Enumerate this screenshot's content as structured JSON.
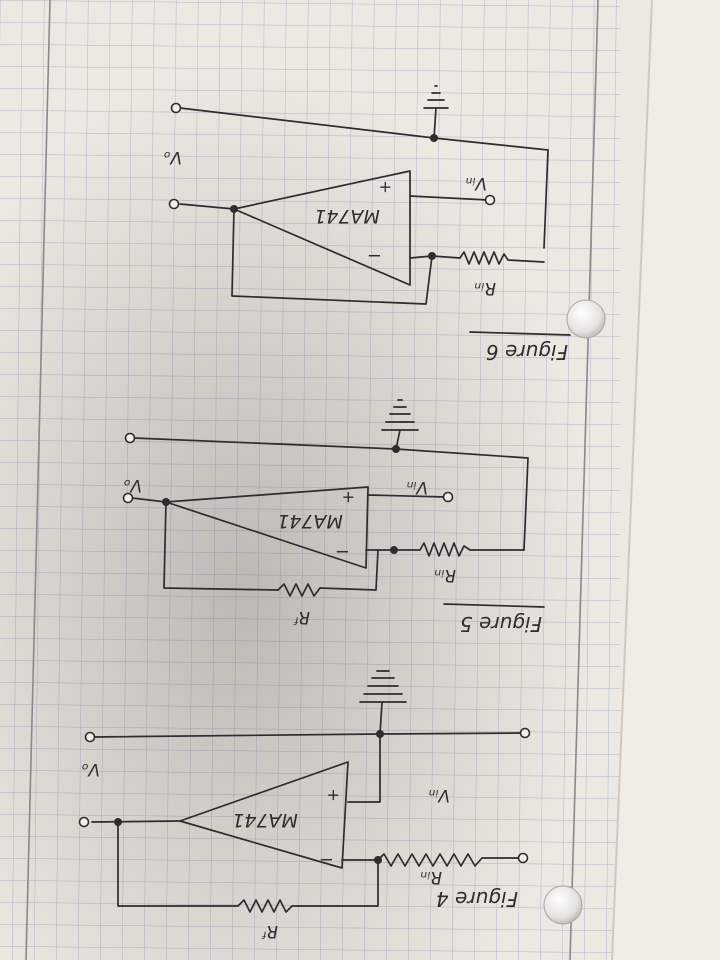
{
  "colors": {
    "paper": "#ece8e2",
    "grid": "#a8b4c4",
    "ink": "#2e2c2c",
    "margin_line": "#8a8a8a",
    "shadow": "#6e6a66",
    "right_page": "#f1ede6"
  },
  "figures": [
    {
      "caption": "Figure 6",
      "opamp_label": "MA741",
      "plus": "+",
      "minus": "−",
      "output": "Vₒ",
      "input": "Vᵢₙ",
      "input_resistor": "Rᵢₙ",
      "feedback_resistor": ""
    },
    {
      "caption": "Figure 5",
      "opamp_label": "MA741",
      "plus": "+",
      "minus": "−",
      "output": "Vₒ",
      "input": "Vᵢₙ",
      "input_resistor": "Rᵢₙ",
      "feedback_resistor": "Rᶠ"
    },
    {
      "caption": "Figure 4",
      "opamp_label": "MA741",
      "plus": "+",
      "minus": "−",
      "output": "Vₒ",
      "input": "Vᵢₙ",
      "input_resistor": "Rᵢₙ",
      "feedback_resistor": "Rᶠ"
    }
  ]
}
